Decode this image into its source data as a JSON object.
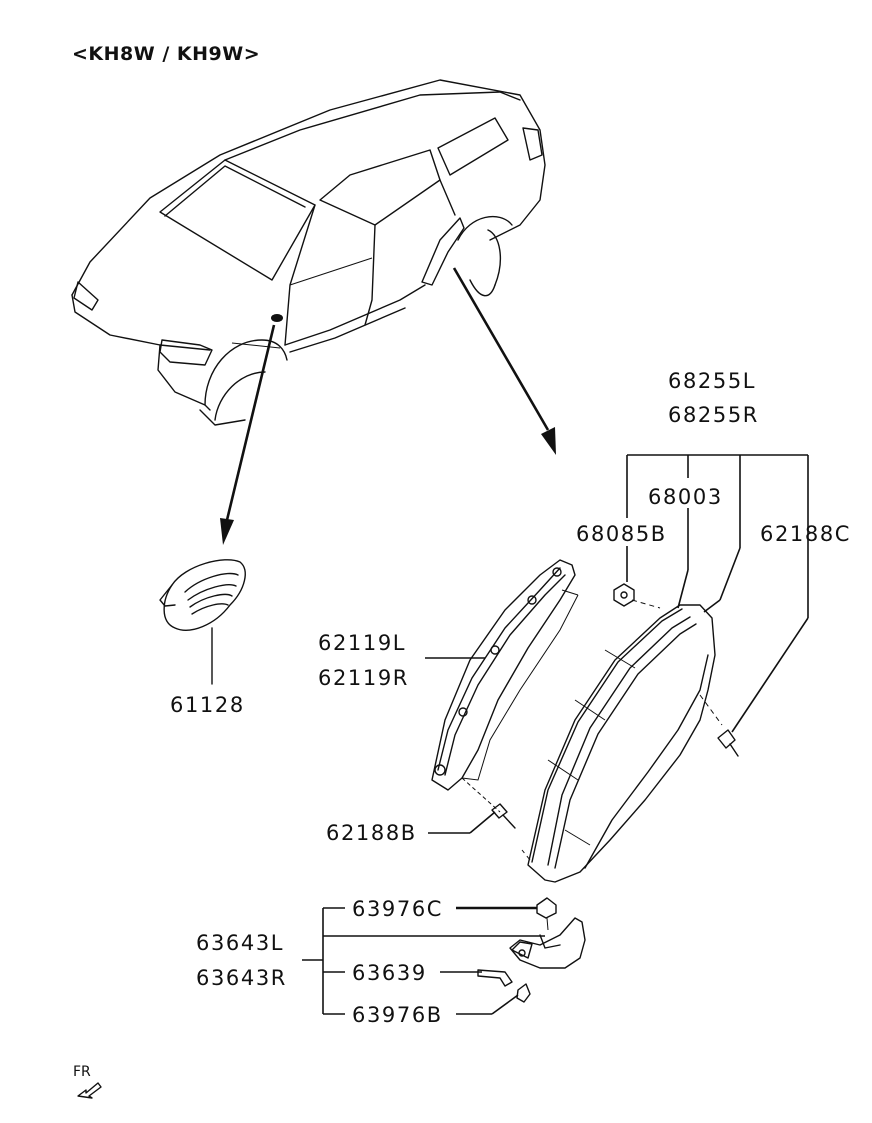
{
  "diagram": {
    "model_header": "<KH8W / KH9W>",
    "direction_label": "FR",
    "parts": {
      "p68255L": "68255L",
      "p68255R": "68255R",
      "p68003": "68003",
      "p68085B": "68085B",
      "p62188C": "62188C",
      "p62119L": "62119L",
      "p62119R": "62119R",
      "p61128": "61128",
      "p62188B": "62188B",
      "p63976C": "63976C",
      "p63643L": "63643L",
      "p63643R": "63643R",
      "p63639": "63639",
      "p63976B": "63976B"
    }
  }
}
